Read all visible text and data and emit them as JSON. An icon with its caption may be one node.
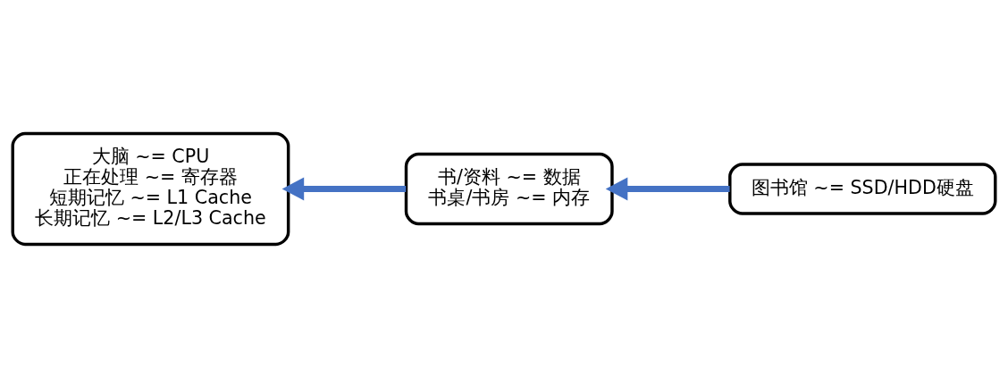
{
  "diagram": {
    "nodes": [
      {
        "text": [
          "大脑 ~= CPU",
          "正在处理 ~= 寄存器",
          "短期记忆 ~= L1 Cache",
          "长期记忆 ~= L2/L3 Cache"
        ]
      },
      {
        "text": [
          "书/资料 ~= 数据",
          "书桌/书房 ~= 内存"
        ]
      },
      {
        "text": [
          "图书馆 ~= SSD/HDD硬盘"
        ]
      }
    ],
    "edges": [
      {
        "from": 2,
        "to": 1,
        "arrow": "to"
      },
      {
        "from": 1,
        "to": 0,
        "arrow": "to"
      }
    ]
  }
}
